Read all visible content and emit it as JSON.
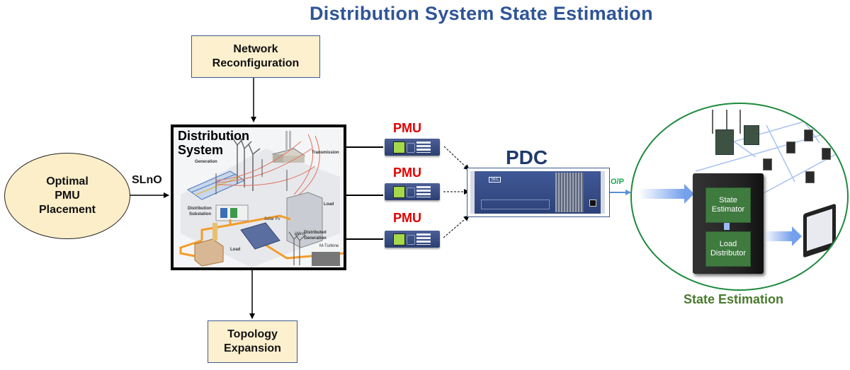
{
  "title": "Distribution System State Estimation",
  "optimal_pmu": {
    "line1": "Optimal",
    "line2": "PMU",
    "line3": "Placement"
  },
  "slno_label": "SLnO",
  "network_reconfiguration": {
    "line1": "Network",
    "line2": "Reconfiguration"
  },
  "topology_expansion": {
    "line1": "Topology",
    "line2": "Expansion"
  },
  "distribution_system": {
    "title_line1": "Distribution",
    "title_line2": "System",
    "labels": {
      "generation": "Generation",
      "transmission": "Transmission",
      "substation_line1": "Distribution",
      "substation_line2": "Substation",
      "load_building": "Load",
      "solar": "Solar Pv",
      "wind": "Wind",
      "dg_line1": "Distributed",
      "dg_line2": "Generation",
      "turbine": "M-Turbine",
      "load_house": "Load"
    }
  },
  "pmus": [
    {
      "label": "PMU"
    },
    {
      "label": "PMU"
    },
    {
      "label": "PMU"
    }
  ],
  "pdc_label": "PDC",
  "pdc_brand": "SEL",
  "output_label": "O/P",
  "state_estimation": {
    "module_top_line1": "State",
    "module_top_line2": "Estimator",
    "module_bottom_line1": "Load",
    "module_bottom_line2": "Distributor",
    "caption": "State Estimation"
  },
  "colors": {
    "title": "#2f5597",
    "pmu_label": "#e00000",
    "pdc_label": "#1f3a6e",
    "output_label": "#12a84a",
    "caption": "#4a7a2e",
    "box_fill": "#fdf0cf",
    "circle_border": "#1e8a3e"
  }
}
